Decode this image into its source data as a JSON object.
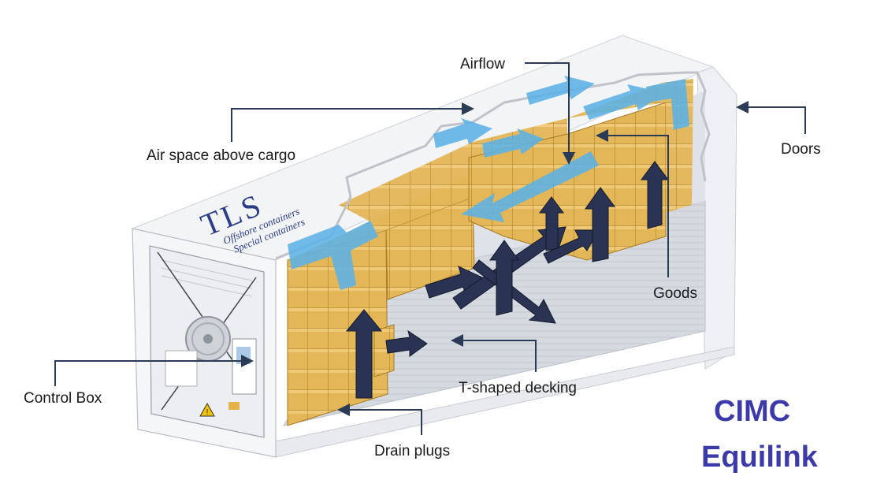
{
  "labels": {
    "airflow": "Airflow",
    "air_space": "Air space above cargo",
    "doors": "Doors",
    "goods": "Goods",
    "control_box": "Control Box",
    "decking": "T-shaped decking",
    "drain_plugs": "Drain plugs"
  },
  "logo": {
    "title": "TLS",
    "line1": "Offshore containers",
    "line2": "Special containers"
  },
  "brand": {
    "line1": "CIMC",
    "line2": "Equilink"
  },
  "colors": {
    "cargo": "#e0b252",
    "airflow_arrow": "#5cb2e6",
    "floor_arrow": "#2a3353",
    "brand": "#3b3aa8",
    "container": "#f3f4f6"
  }
}
